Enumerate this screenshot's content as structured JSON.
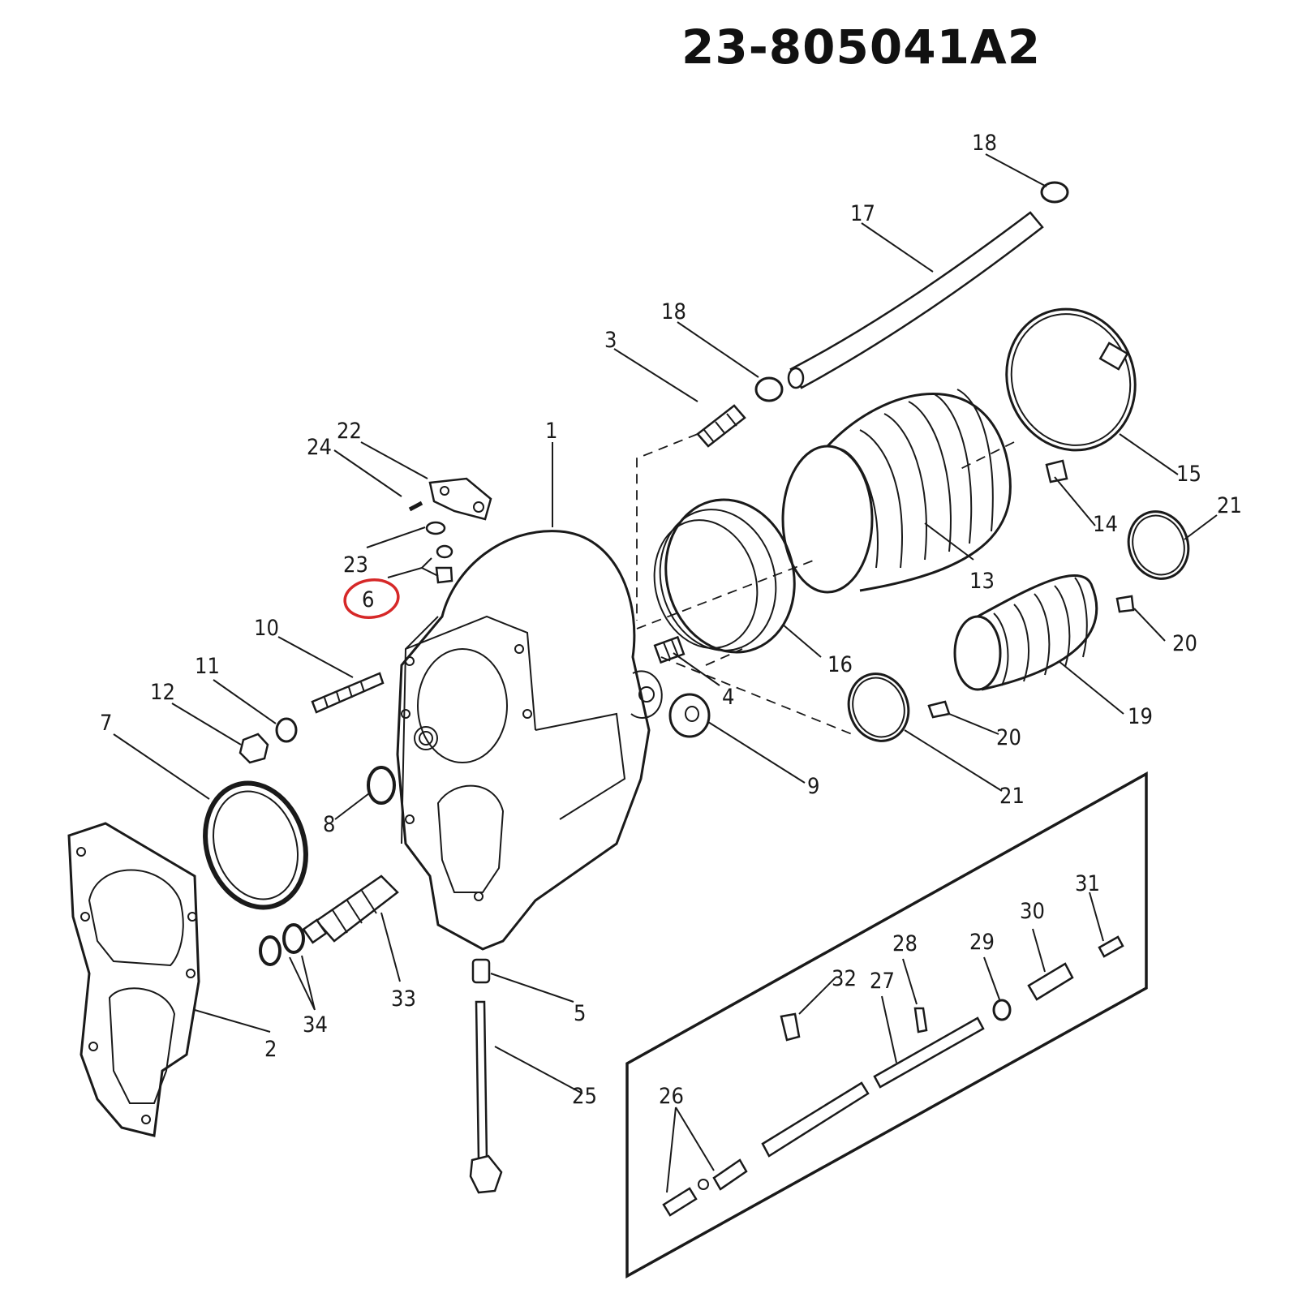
{
  "diagram": {
    "part_number": "23-805041A2",
    "highlight_color": "#d62828",
    "callouts": [
      {
        "id": "c1",
        "label": "1"
      },
      {
        "id": "c2",
        "label": "2"
      },
      {
        "id": "c3",
        "label": "3"
      },
      {
        "id": "c4",
        "label": "4"
      },
      {
        "id": "c5",
        "label": "5"
      },
      {
        "id": "c6",
        "label": "6",
        "highlighted": true
      },
      {
        "id": "c7",
        "label": "7"
      },
      {
        "id": "c8",
        "label": "8"
      },
      {
        "id": "c9",
        "label": "9"
      },
      {
        "id": "c10",
        "label": "10"
      },
      {
        "id": "c11",
        "label": "11"
      },
      {
        "id": "c12",
        "label": "12"
      },
      {
        "id": "c13",
        "label": "13"
      },
      {
        "id": "c14",
        "label": "14"
      },
      {
        "id": "c15",
        "label": "15"
      },
      {
        "id": "c16",
        "label": "16"
      },
      {
        "id": "c17",
        "label": "17"
      },
      {
        "id": "c18a",
        "label": "18"
      },
      {
        "id": "c18b",
        "label": "18"
      },
      {
        "id": "c19",
        "label": "19"
      },
      {
        "id": "c20a",
        "label": "20"
      },
      {
        "id": "c20b",
        "label": "20"
      },
      {
        "id": "c21a",
        "label": "21"
      },
      {
        "id": "c21b",
        "label": "21"
      },
      {
        "id": "c22",
        "label": "22"
      },
      {
        "id": "c23",
        "label": "23"
      },
      {
        "id": "c24",
        "label": "24"
      },
      {
        "id": "c25",
        "label": "25"
      },
      {
        "id": "c26",
        "label": "26"
      },
      {
        "id": "c27",
        "label": "27"
      },
      {
        "id": "c28",
        "label": "28"
      },
      {
        "id": "c29",
        "label": "29"
      },
      {
        "id": "c30",
        "label": "30"
      },
      {
        "id": "c31",
        "label": "31"
      },
      {
        "id": "c32",
        "label": "32"
      },
      {
        "id": "c33",
        "label": "33"
      },
      {
        "id": "c34",
        "label": "34"
      }
    ]
  }
}
